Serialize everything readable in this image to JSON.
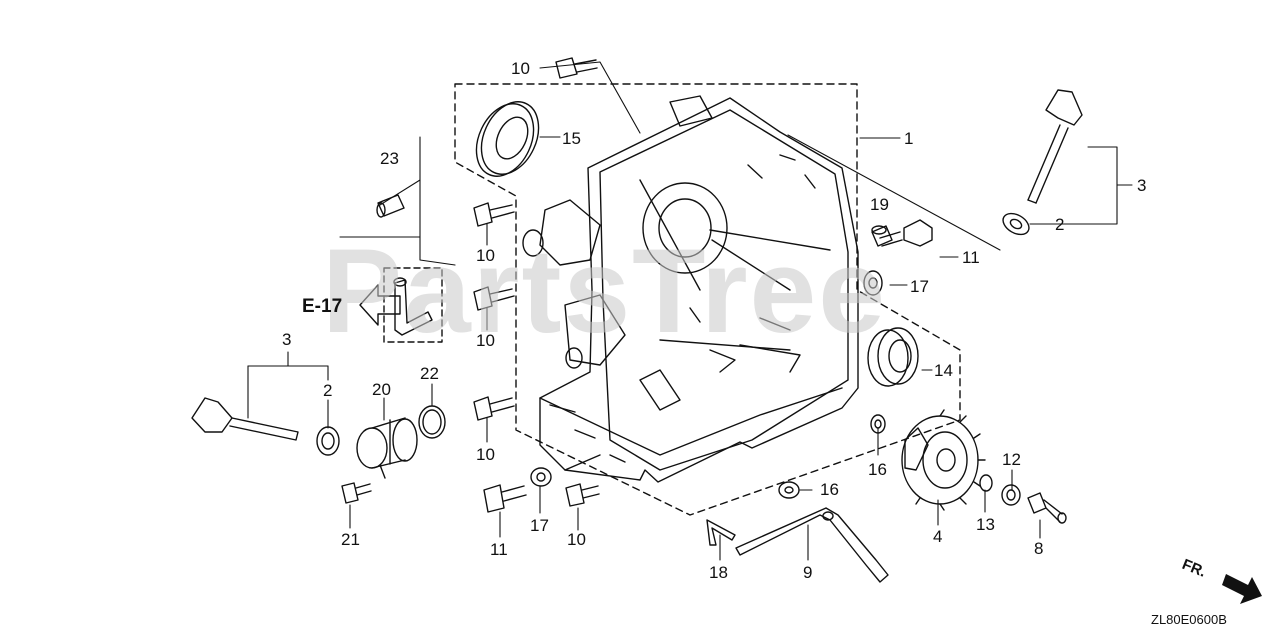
{
  "watermark": "PartsTree",
  "reference": {
    "label": "E-17"
  },
  "front_indicator": "FR.",
  "diagram_code": "ZL80E0600B",
  "callouts": {
    "c10_top": "10",
    "c15": "15",
    "c1": "1",
    "c23": "23",
    "c3_right": "3",
    "c2_right": "2",
    "c19": "19",
    "c10_a": "10",
    "c11_right": "11",
    "c17_right": "17",
    "c10_b": "10",
    "c3_left": "3",
    "c2_left": "2",
    "c20": "20",
    "c22": "22",
    "c14": "14",
    "c10_c": "10",
    "c16_a": "16",
    "c12": "12",
    "c16_b": "16",
    "c21": "21",
    "c11_bottom": "11",
    "c17_bottom": "17",
    "c10_d": "10",
    "c4": "4",
    "c13": "13",
    "c8": "8",
    "c18": "18",
    "c9": "9"
  }
}
